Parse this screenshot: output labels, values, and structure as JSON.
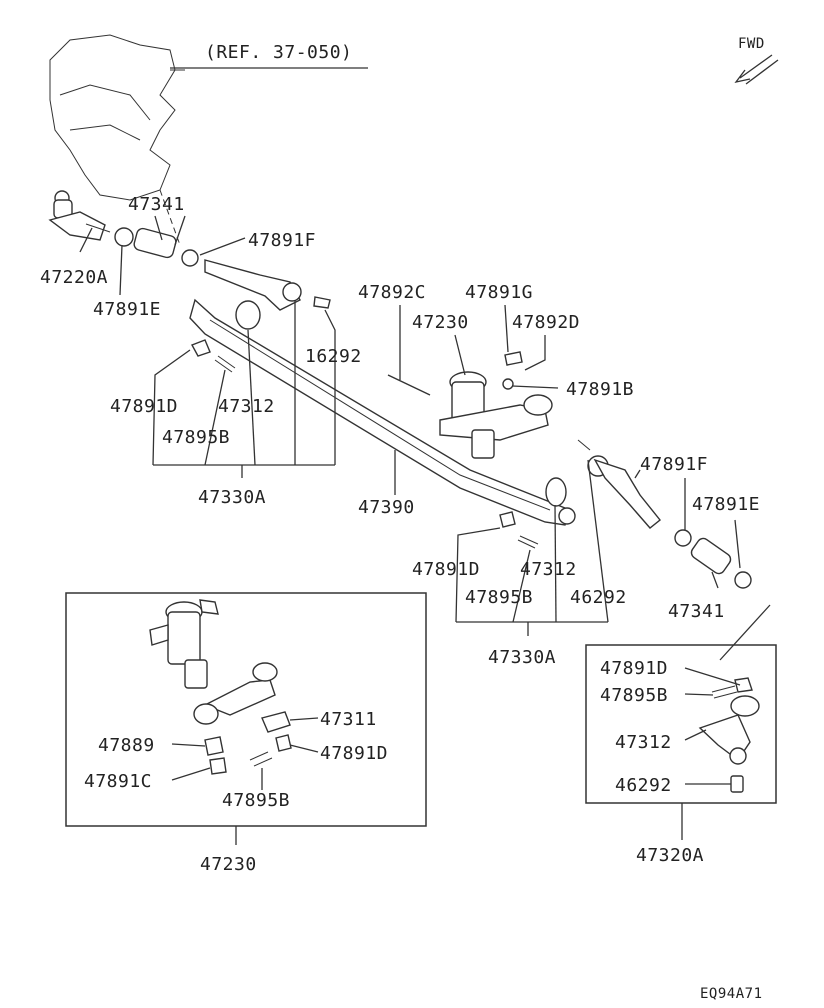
{
  "diagram": {
    "ref_label": "(REF. 37-050)",
    "fwd_label": "FWD",
    "image_code": "EQ94A71",
    "part_labels": {
      "p47341_left": "47341",
      "p47891f_left": "47891F",
      "p47220a": "47220A",
      "p47891e_left": "47891E",
      "p47892c": "47892C",
      "p47891g": "47891G",
      "p47230_top": "47230",
      "p47892d": "47892D",
      "p16292": "16292",
      "p47891b": "47891B",
      "p47891d_left": "47891D",
      "p47312_left": "47312",
      "p47895b_left": "47895B",
      "p47330a_left": "47330A",
      "p47390": "47390",
      "p47891f_right": "47891F",
      "p47891e_right": "47891E",
      "p47891d_mid": "47891D",
      "p47312_mid": "47312",
      "p47895b_mid": "47895B",
      "p46292": "46292",
      "p47341_right": "47341",
      "p47330a_mid": "47330A",
      "p47311": "47311",
      "p47889": "47889",
      "p47891d_box": "47891D",
      "p47891c": "47891C",
      "p47895b_box": "47895B",
      "p47230_box": "47230",
      "p47891d_rbox": "47891D",
      "p47895b_rbox": "47895B",
      "p47312_rbox": "47312",
      "p46292_rbox": "46292",
      "p47320a": "47320A"
    }
  }
}
